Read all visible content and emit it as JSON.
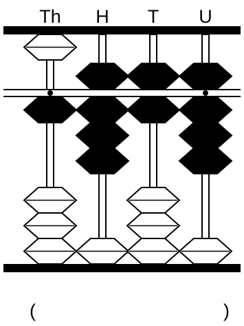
{
  "abacus": {
    "columns": [
      {
        "label": "Th",
        "upper_counted": 0,
        "lower_counted": 1
      },
      {
        "label": "H",
        "upper_counted": 1,
        "lower_counted": 3
      },
      {
        "label": "T",
        "upper_counted": 1,
        "lower_counted": 1
      },
      {
        "label": "U",
        "upper_counted": 1,
        "lower_counted": 3
      }
    ],
    "beads_per_rod": {
      "upper": 1,
      "lower": 4
    }
  },
  "answer": {
    "open_paren": "(",
    "close_paren": ")"
  },
  "colors": {
    "frame": "#000000",
    "counted_bead": "#000000",
    "uncounted_bead": "#ffffff"
  }
}
